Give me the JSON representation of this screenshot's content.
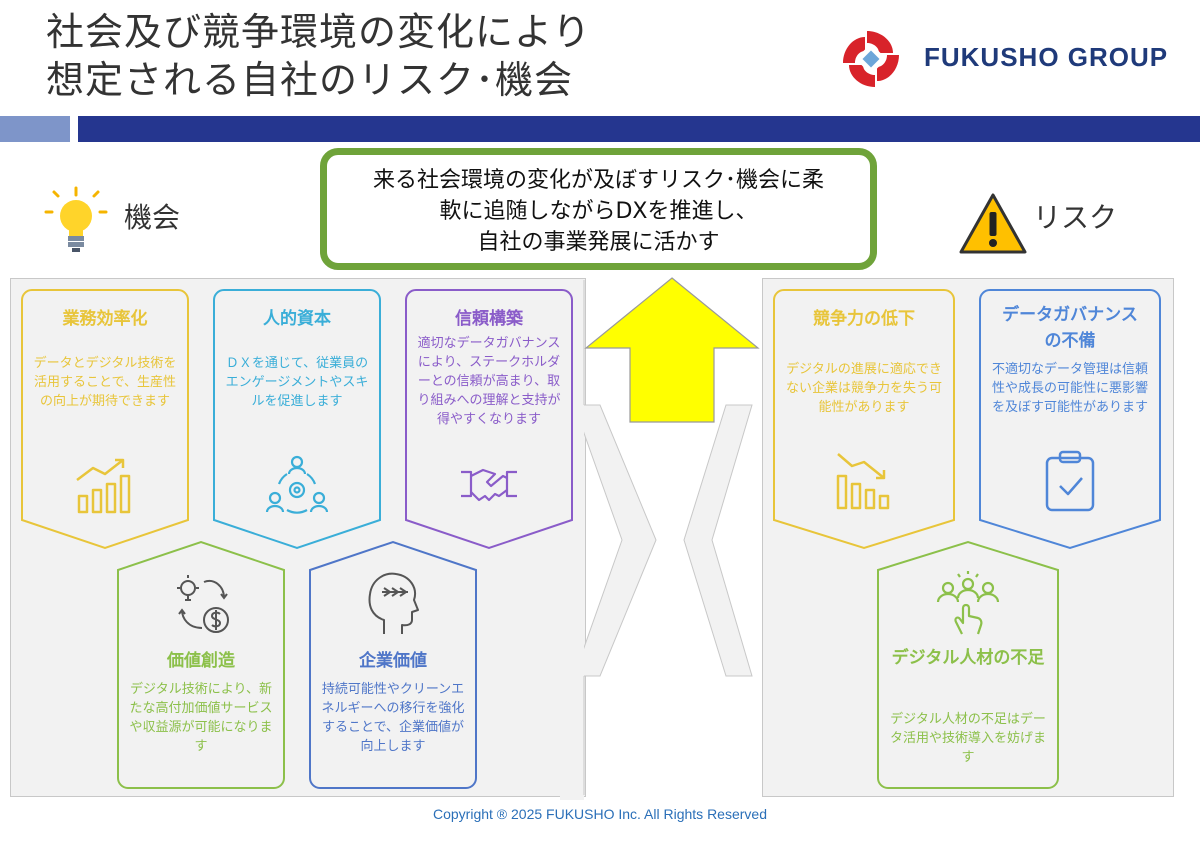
{
  "header": {
    "title_line1": "社会及び競争環境の変化により",
    "title_line2": "想定される自社のリスク･機会",
    "logo_text": "FUKUSHO GROUP"
  },
  "center_message": {
    "line1": "来る社会環境の変化が及ぼすリスク･機会に柔",
    "line2": "軟に追随しながらDXを推進し、",
    "line3": "自社の事業発展に活かす"
  },
  "opportunities": {
    "heading": "機会",
    "icon": "lightbulb-icon",
    "cards": [
      {
        "title": "業務効率化",
        "body": "データとデジタル技術を活用することで、生産性の向上が期待できます",
        "color": "#e8c53a",
        "icon": "bar-chart-up-icon"
      },
      {
        "title": "人的資本",
        "body": "ＤＸを通じて、従業員のエンゲージメントやスキルを促進します",
        "color": "#3aaed8",
        "icon": "team-gear-icon"
      },
      {
        "title": "信頼構築",
        "body": "適切なデータガバナンスにより、ステークホルダーとの信頼が高まり、取り組みへの理解と支持が得やすくなります",
        "color": "#8a5cc9",
        "icon": "handshake-icon"
      },
      {
        "title": "価値創造",
        "body": "デジタル技術により、新たな高付加価値サービスや収益源が可能になります",
        "color": "#8cc04a",
        "icon": "idea-dollar-icon"
      },
      {
        "title": "企業価値",
        "body": "持続可能性やクリーンエネルギーへの移行を強化することで、企業価値が向上します",
        "color": "#4f76c8",
        "icon": "head-profile-icon"
      }
    ]
  },
  "risks": {
    "heading": "リスク",
    "icon": "warning-icon",
    "cards": [
      {
        "title": "競争力の低下",
        "body": "デジタルの進展に適応できない企業は競争力を失う可能性があります",
        "color": "#e8c53a",
        "icon": "bar-chart-down-icon"
      },
      {
        "title": "データガバナンスの不備",
        "body": "不適切なデータ管理は信頼性や成長の可能性に悪影響を及ぼす可能性があります",
        "color": "#4f86d8",
        "icon": "clipboard-check-icon"
      },
      {
        "title": "デジタル人材の不足",
        "body": "デジタル人材の不足はデータ活用や技術導入を妨げます",
        "color": "#8cc04a",
        "icon": "people-touch-icon"
      }
    ]
  },
  "footer": {
    "copyright": "Copyright ® 2025 FUKUSHO Inc. All Rights Reserved"
  },
  "colors": {
    "band_light": "#7e95c9",
    "band_dark": "#25368f",
    "center_border": "#6fa33a",
    "arrow_up": "#ffff00"
  }
}
